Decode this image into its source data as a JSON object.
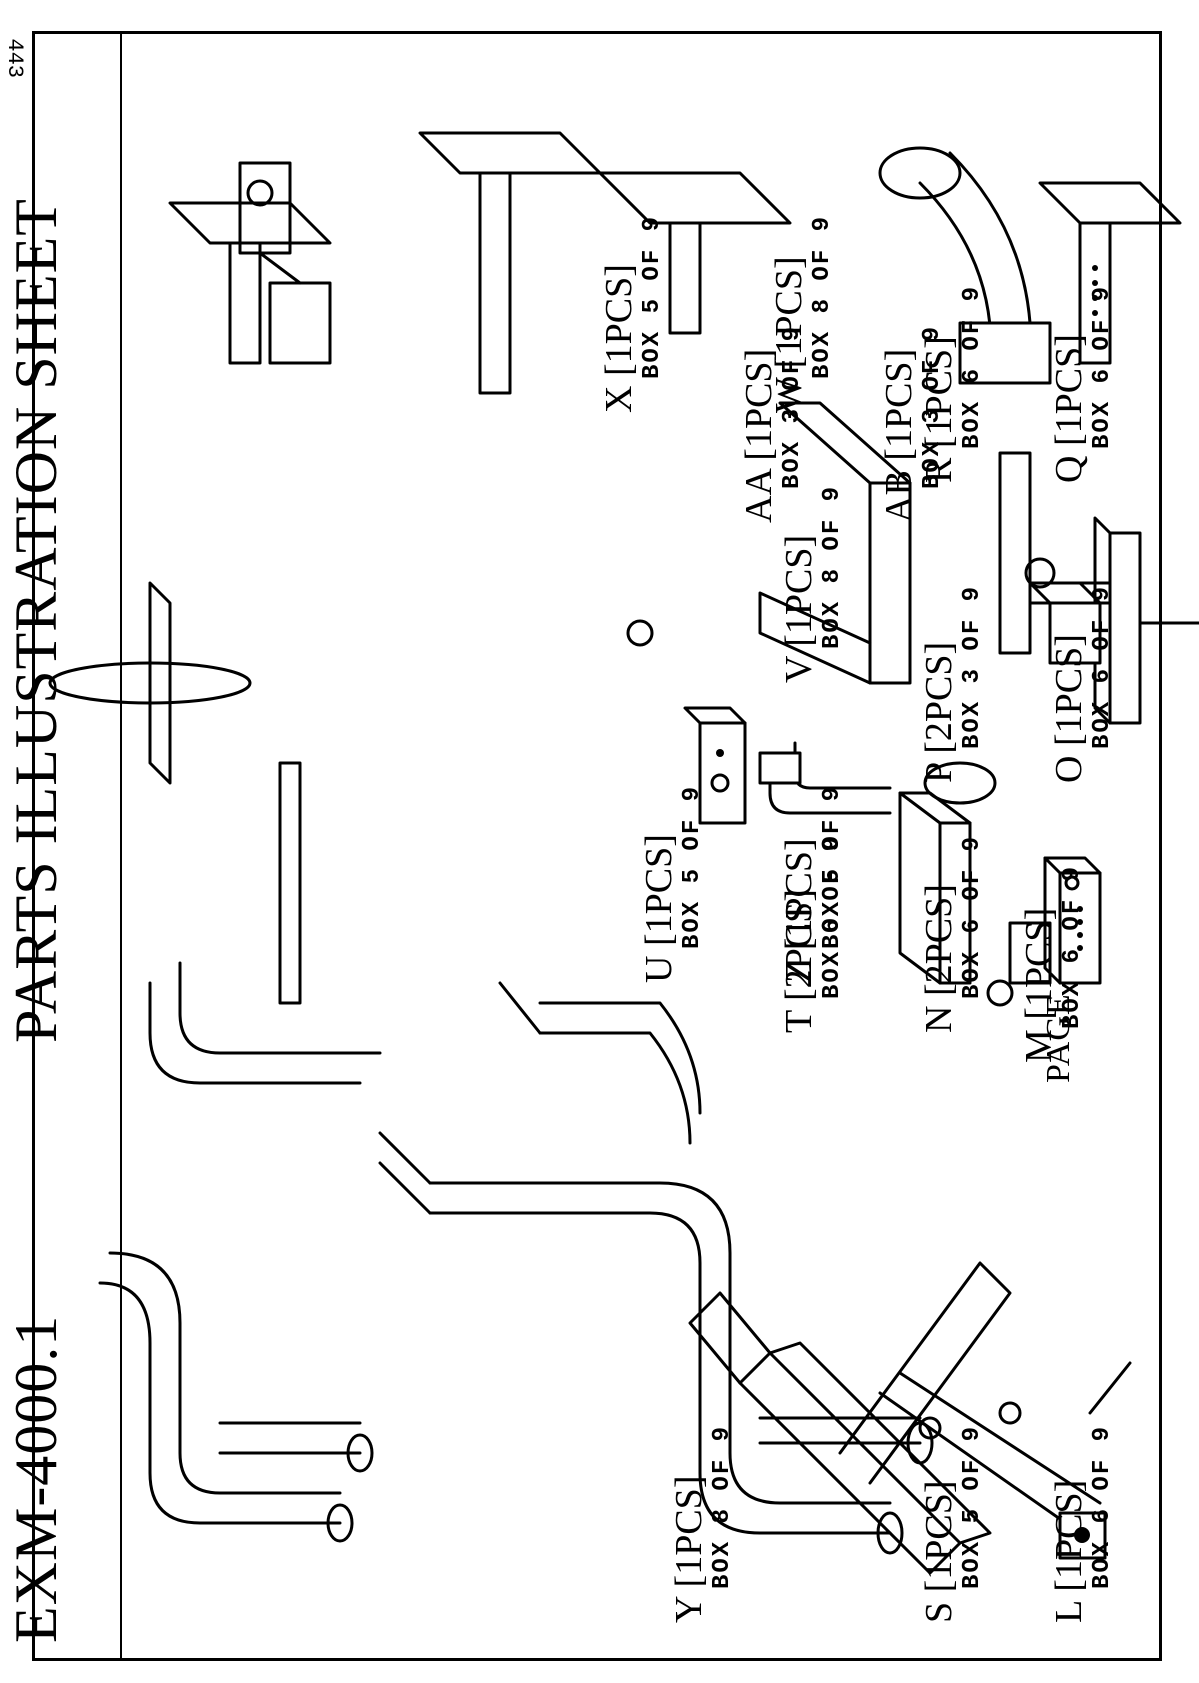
{
  "header": {
    "model": "EXM-4000.1",
    "title": "PARTS ILLUSTRATION SHEET",
    "scan_mark": "443"
  },
  "parts": [
    {
      "letter": "L",
      "qty": "[1PCS]",
      "box": "BOX 6 OF 9"
    },
    {
      "letter": "M",
      "qty": "[1PCS]",
      "box": "BOX 6 OF 9"
    },
    {
      "letter": "N",
      "qty": "[2PCS]",
      "box": "BOX 6 OF 9"
    },
    {
      "letter": "O",
      "qty": "[1PCS]",
      "box": "BOX 6 OF 9"
    },
    {
      "letter": "P",
      "qty": "[2PCS]",
      "box": "BOX 3 OF 9"
    },
    {
      "letter": "Q",
      "qty": "[1PCS]",
      "box": "BOX 6 OF 9"
    },
    {
      "letter": "R",
      "qty": "[1PCS]",
      "box": "BOX 6 OF 9"
    },
    {
      "letter": "S",
      "qty": "[1PCS]",
      "box": "BOX 5 OF 9"
    },
    {
      "letter": "T",
      "qty": "[2PCS]",
      "box": "BOX 6 OF 9"
    },
    {
      "letter": "U",
      "qty": "[1PCS]",
      "box": "BOX 5 OF 9"
    },
    {
      "letter": "V",
      "qty": "[1PCS]",
      "box": "BOX 8 OF 9"
    },
    {
      "letter": "W",
      "qty": "[1PCS]",
      "box": "BOX 8 OF 9"
    },
    {
      "letter": "X",
      "qty": "[1PCS]",
      "box": "BOX 5 OF 9"
    },
    {
      "letter": "Y",
      "qty": "[1PCS]",
      "box": "BOX 8 OF 9"
    },
    {
      "letter": "Z",
      "qty": "[1PCS]",
      "box": "BOX 5 OF 9"
    },
    {
      "letter": "AA",
      "qty": "[1PCS]",
      "box": "BOX 3 OF 9"
    },
    {
      "letter": "AB",
      "qty": "[1PCS]",
      "box": "BOX 3 OF 9"
    }
  ],
  "footer": {
    "page_label": "PAGE"
  }
}
